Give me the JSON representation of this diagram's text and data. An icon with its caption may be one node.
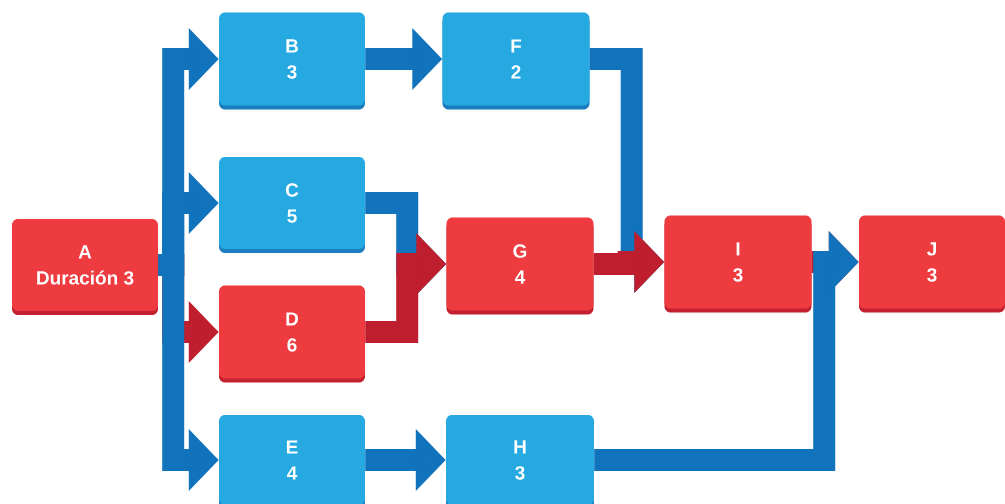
{
  "diagram": {
    "nodes": [
      {
        "text": [
          "A",
          "Duración 3"
        ]
      },
      {
        "text": [
          "B",
          "3"
        ]
      },
      {
        "text": [
          "C",
          "5"
        ]
      },
      {
        "text": [
          "D",
          "6"
        ]
      },
      {
        "text": [
          "E",
          "4"
        ]
      },
      {
        "text": [
          "F",
          "2"
        ]
      },
      {
        "text": [
          "G",
          "4"
        ]
      },
      {
        "text": [
          "H",
          "3"
        ]
      },
      {
        "text": [
          "I",
          "3"
        ]
      },
      {
        "text": [
          "J",
          "3"
        ]
      }
    ],
    "edges": [
      {
        "from": 0,
        "to": 1,
        "arrow": "to"
      },
      {
        "from": 0,
        "to": 2,
        "arrow": "to"
      },
      {
        "from": 0,
        "to": 3,
        "arrow": "to",
        "color": "#be1e2d"
      },
      {
        "from": 0,
        "to": 4,
        "arrow": "to"
      },
      {
        "from": 1,
        "to": 5,
        "arrow": "to"
      },
      {
        "from": 2,
        "to": 6,
        "arrow": "to"
      },
      {
        "from": 3,
        "to": 6,
        "arrow": "to",
        "color": "#be1e2d"
      },
      {
        "from": 4,
        "to": 7,
        "arrow": "to"
      },
      {
        "from": 5,
        "to": 8,
        "arrow": "to"
      },
      {
        "from": 6,
        "to": 8,
        "arrow": "to",
        "color": "#be1e2d"
      },
      {
        "from": 7,
        "to": 9,
        "arrow": "to"
      },
      {
        "from": 8,
        "to": 9,
        "arrow": "to",
        "color": "#be1e2d"
      }
    ]
  }
}
